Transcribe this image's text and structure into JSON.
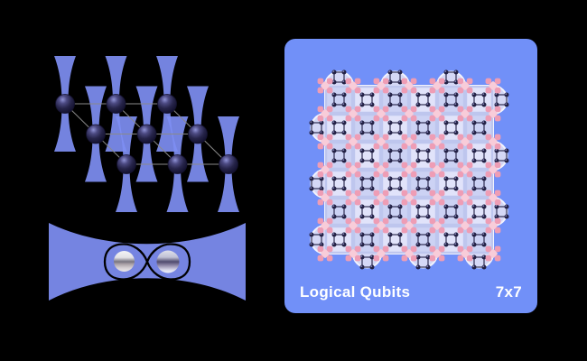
{
  "background_color": "#000000",
  "atom_array_figure": {
    "label": "optical-tweezer-atom-array",
    "rows": 3,
    "cols": 3,
    "atom_count": 9,
    "tweezer_color": "#7E8EF2",
    "atom_dark_color": "#24224A",
    "atom_highlight_color": "#9093D6",
    "grid_line_color": "#8A8A8A"
  },
  "entangled_pair_figure": {
    "label": "entangled-atom-pair-in-tweezer",
    "atom_count": 2,
    "tweezer_color": "#7E8EF2",
    "loop_color": "#000000",
    "left_atom_band_color": "#77747F",
    "right_atom_band_color": "#4F4A6E"
  },
  "logical_qubits_panel": {
    "title": "Logical Qubits",
    "size_label": "7x7",
    "background_color": "#7190F8",
    "text_color": "#FFFFFF",
    "patch": {
      "tile_rows": 6,
      "tile_cols": 6,
      "stabilizer_rows": 7,
      "stabilizer_cols": 7,
      "stabilizer_count": 49,
      "data_cluster_count": 48,
      "edge_bumps_per_side": 3,
      "atoms_per_cluster": 4,
      "tile_light_color": "#E1E3FA",
      "tile_dark_color": "#CCD2F4",
      "seam_color": "#BEC6EE",
      "bump_fill_color": "#D5D8F6",
      "outline_color": "#F2F3FD",
      "stabilizer_petal_color": "#EE9DB5",
      "stabilizer_center_color": "#F8CCD9",
      "atom_dot_color": "#232145",
      "atom_dot_highlight": "#9A9AD0"
    }
  }
}
